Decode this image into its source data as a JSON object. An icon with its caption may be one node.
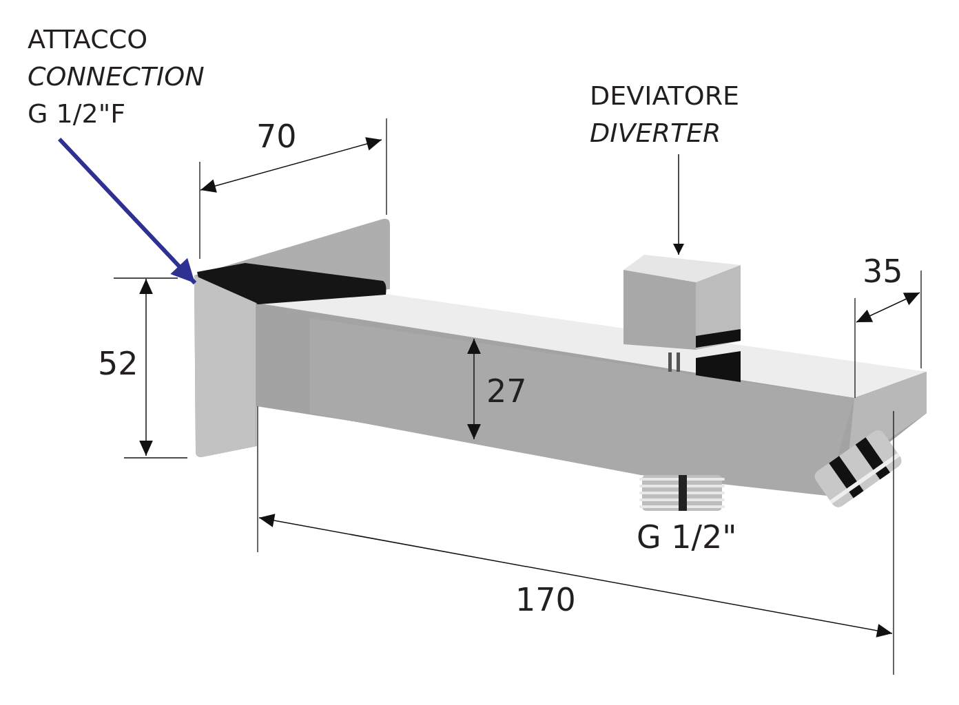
{
  "diagram": {
    "nodes": [
      {
        "text": [
          "ATTACCO",
          "CONNECTION",
          "G 1/2\"F"
        ]
      },
      {
        "text": [],
        "shape": "box"
      },
      {
        "text": [
          "DEVIATORE",
          "DIVERTER"
        ]
      },
      {
        "text": [],
        "shape": "box"
      }
    ],
    "edges": [
      {
        "from": 0,
        "to": 1,
        "arrow": "to",
        "style": "thick",
        "color": "#2e3192"
      },
      {
        "from": 2,
        "to": 3,
        "arrow": "to",
        "color": "#111111"
      }
    ],
    "labels": [
      "70",
      "52",
      "27",
      "35",
      "G 1/2\"",
      "170"
    ]
  }
}
